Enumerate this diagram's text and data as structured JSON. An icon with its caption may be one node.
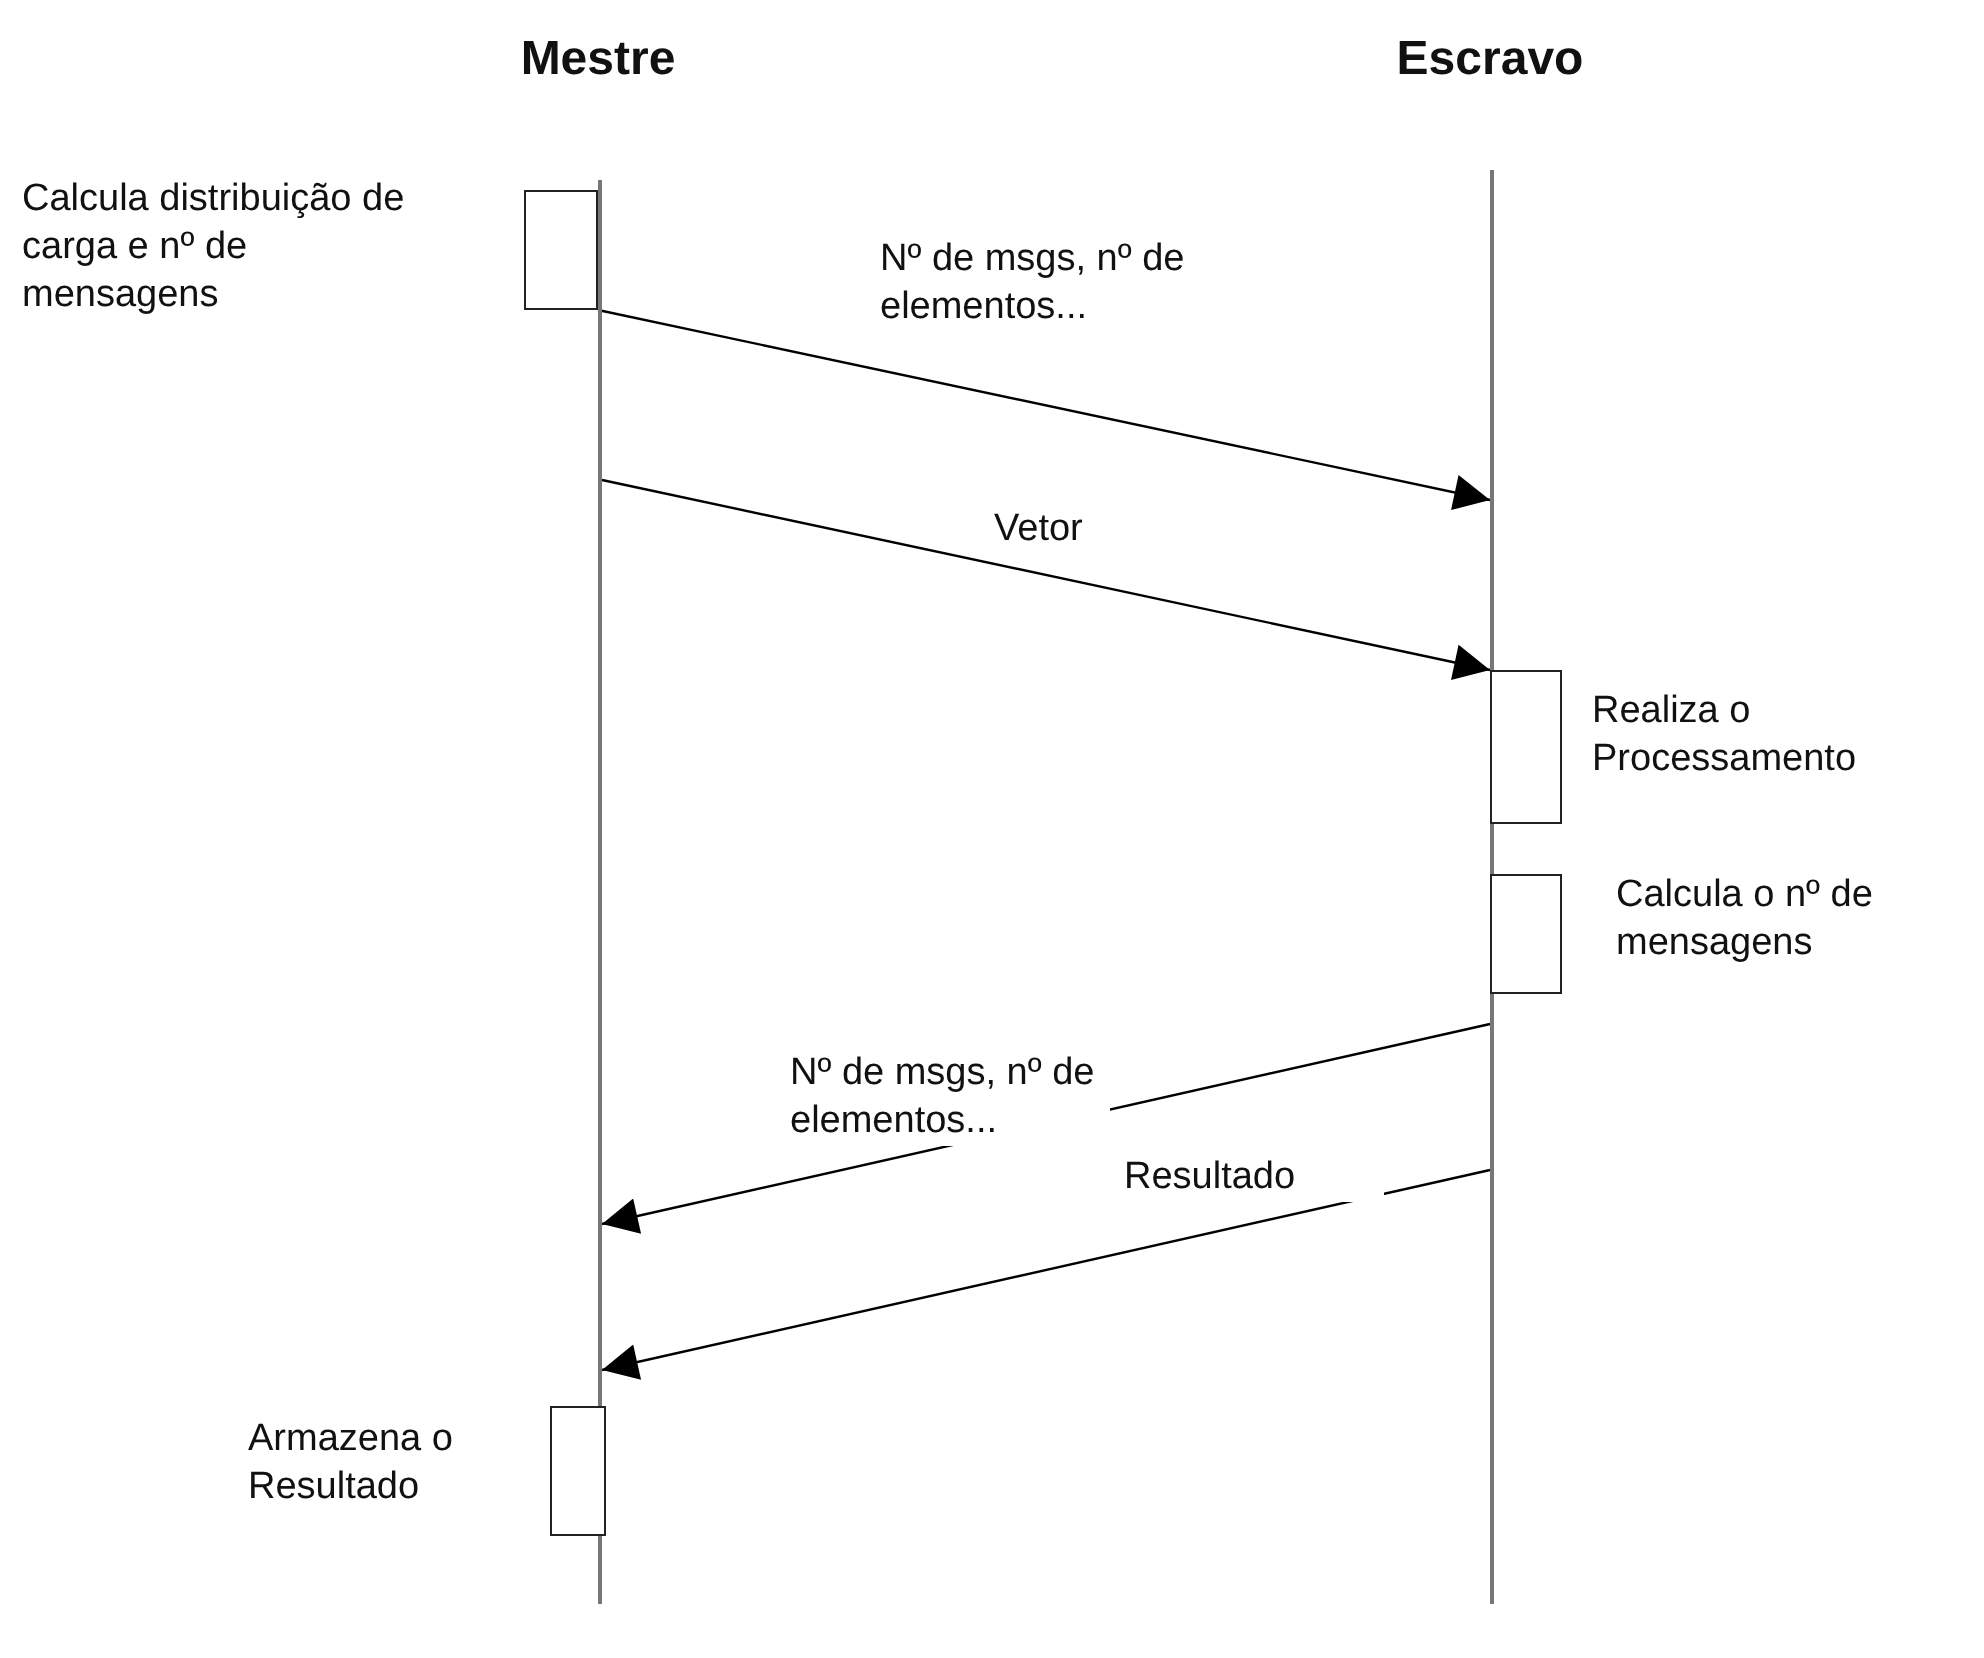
{
  "diagram": {
    "nodes": [
      {
        "text": [
          "Mestre"
        ]
      },
      {
        "text": [
          "Escravo"
        ]
      },
      {
        "text": [],
        "shape": "box",
        "beside": [
          "Calcula distribuição de carga e nº de mensagens"
        ]
      },
      {
        "text": [],
        "shape": "box",
        "beside": [
          "Realiza o Processamento"
        ]
      },
      {
        "text": [],
        "shape": "box",
        "beside": [
          "Calcula o nº de mensagens"
        ]
      },
      {
        "text": [],
        "shape": "box",
        "beside": [
          "Armazena o Resultado"
        ]
      }
    ],
    "edges": [
      {
        "from": 2,
        "to": 1,
        "arrow": "to",
        "label": "Nº de msgs, nº de elementos..."
      },
      {
        "from": 0,
        "to": 3,
        "arrow": "to",
        "label": "Vetor"
      },
      {
        "from": 1,
        "to": 0,
        "arrow": "to",
        "label": "Nº de msgs, nº de elementos..."
      },
      {
        "from": 1,
        "to": 0,
        "arrow": "to",
        "label": "Resultado"
      }
    ]
  }
}
